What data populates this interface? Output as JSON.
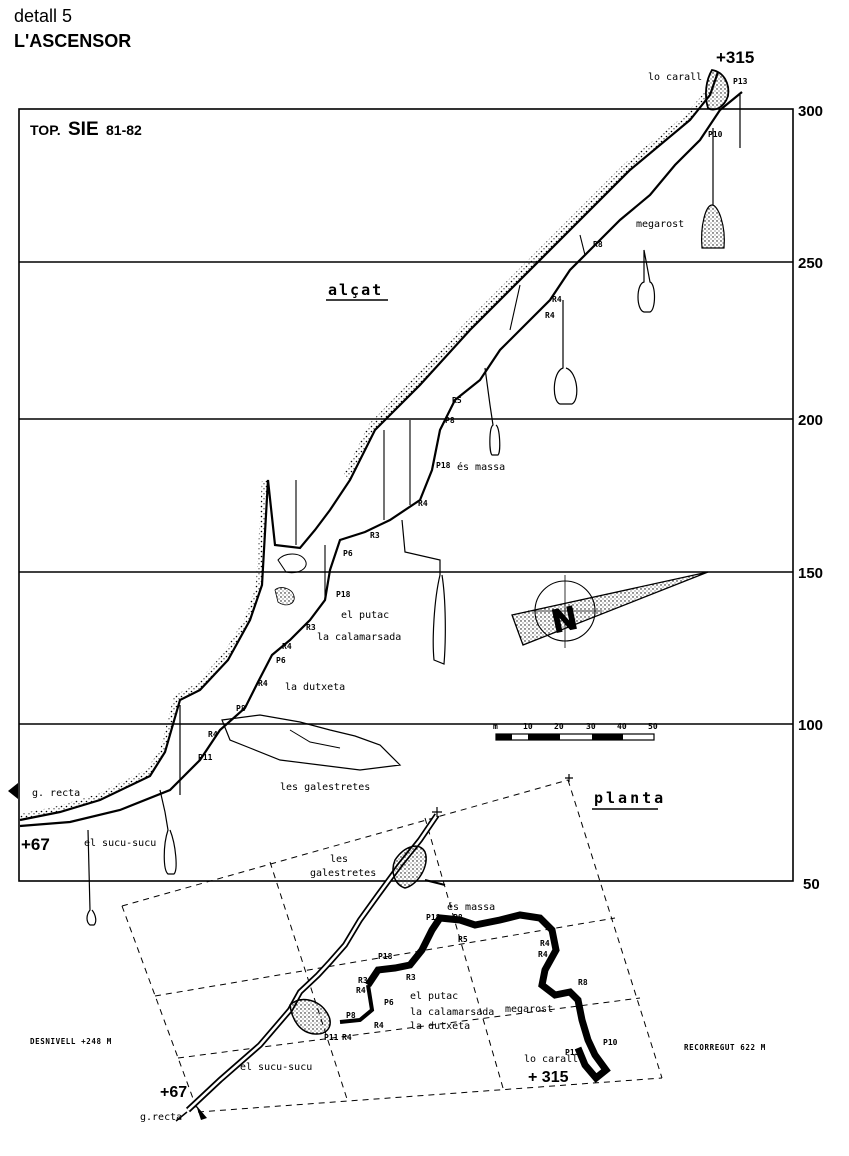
{
  "header": {
    "line1": "detall 5",
    "line2": "L'ASCENSOR"
  },
  "survey": {
    "prefix": "TOP.",
    "team": "SIE",
    "years": "81-82"
  },
  "elevation_axis": {
    "labels": [
      "300",
      "250",
      "200",
      "150",
      "100",
      "50"
    ],
    "top_value": "+315",
    "bottom_value": "+67"
  },
  "section_titles": {
    "elevation": "alçat",
    "plan": "planta"
  },
  "scale_bar": {
    "unit": "m",
    "ticks": [
      "10",
      "20",
      "30",
      "40",
      "50"
    ]
  },
  "elevation_labels": {
    "lo_carall": "lo carall",
    "megarost": "megarost",
    "es_massa": "és massa",
    "el_putac": "el putac",
    "la_calamarsada": "la calamarsada",
    "la_dutxeta": "la dutxeta",
    "les_galestretes": "les galestretes",
    "g_recta": "g. recta",
    "el_sucu_sucu": "el sucu-sucu"
  },
  "elevation_pitches": [
    "P13",
    "P10",
    "R8",
    "R4",
    "R4",
    "R5",
    "P8",
    "P18",
    "R4",
    "R3",
    "P6",
    "P18",
    "R3",
    "R4",
    "P6",
    "R4",
    "P8",
    "R4",
    "P11"
  ],
  "plan_labels": {
    "les": "les",
    "galestretes": "galestretes",
    "es_massa": "és massa",
    "el_putac": "el putac",
    "la_calamarsada": "la calamarsada",
    "la_dutxeta": "la dutxeta",
    "megarost": "megarost",
    "lo_carall": "lo carall",
    "el_sucu_sucu": "el sucu-sucu",
    "g_recta": "g.recta",
    "top_value": "+ 315",
    "bottom_value": "+67"
  },
  "plan_pitches": [
    "P18",
    "P8",
    "R5",
    "R4",
    "R4",
    "R8",
    "P18",
    "R3",
    "R3",
    "R4",
    "P6",
    "R4",
    "P8",
    "P11",
    "R4",
    "P13",
    "P10"
  ],
  "footer": {
    "desnivell": "DESNIVELL +248 M",
    "recorregut": "RECORREGUT 622 M"
  },
  "north_arrow": {
    "letter": "N"
  }
}
